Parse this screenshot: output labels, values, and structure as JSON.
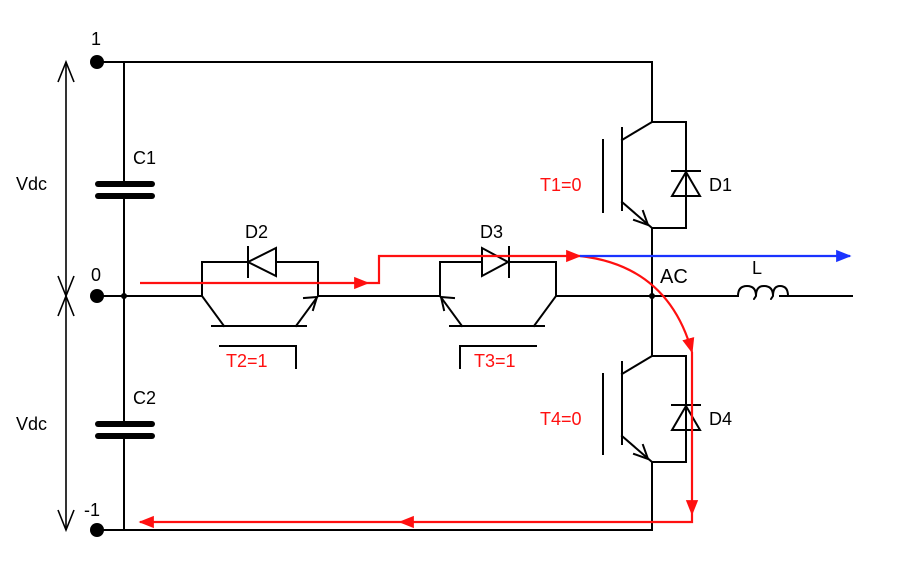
{
  "nodes": {
    "top": "1",
    "mid": "0",
    "bottom": "-1",
    "ac": "AC"
  },
  "voltages": {
    "upper": "Vdc",
    "lower": "Vdc"
  },
  "capacitors": {
    "upper": "C1",
    "lower": "C2"
  },
  "inductor": "L",
  "diodes": {
    "d1": "D1",
    "d2": "D2",
    "d3": "D3",
    "d4": "D4"
  },
  "switches": {
    "t1": "T1=0",
    "t2": "T2=1",
    "t3": "T3=1",
    "t4": "T4=0"
  },
  "colors": {
    "wire": "#000000",
    "current_path": "#ff1010",
    "output_flow": "#1a33ff"
  }
}
